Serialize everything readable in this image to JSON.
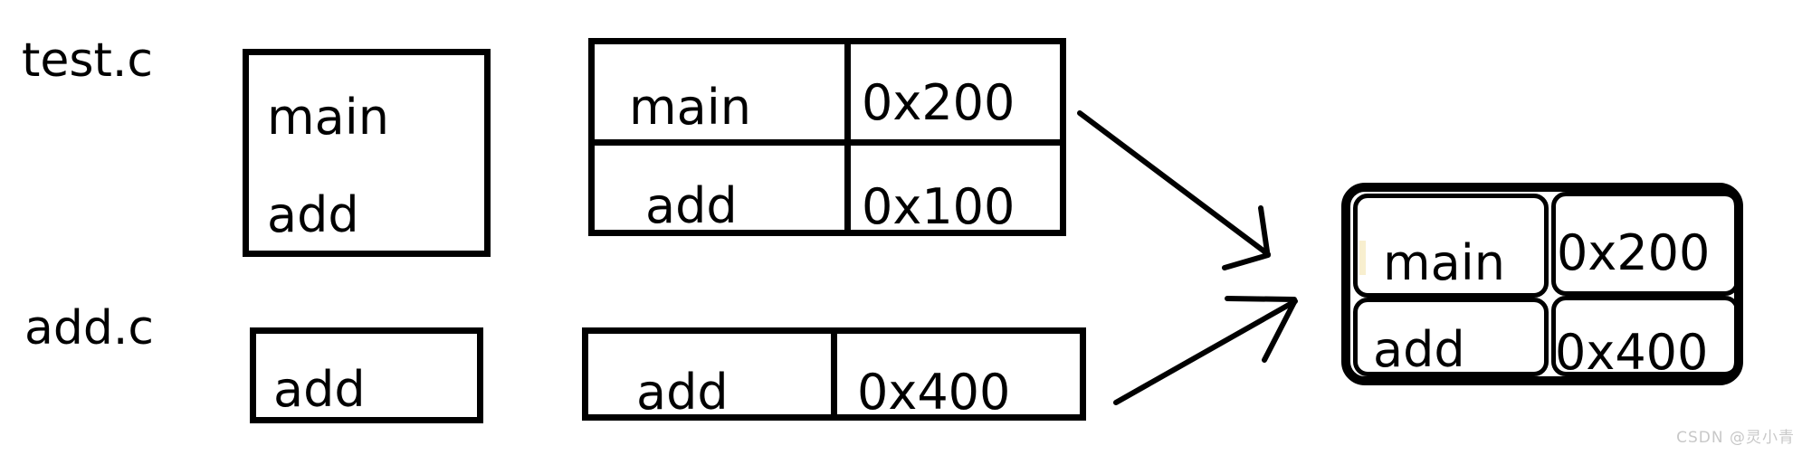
{
  "page": {
    "background": "#ffffff",
    "ink": "#000000",
    "artifact_color": "#f8efcf"
  },
  "source_files": [
    {
      "label": "test.c",
      "symbols": [
        "main",
        "add"
      ]
    },
    {
      "label": "add.c",
      "symbols": [
        "add"
      ]
    }
  ],
  "symbol_tables": [
    {
      "rows": [
        {
          "symbol": "main",
          "address": "0x200"
        },
        {
          "symbol": "add",
          "address": "0x100"
        }
      ]
    },
    {
      "rows": [
        {
          "symbol": "add",
          "address": "0x400"
        }
      ]
    }
  ],
  "merged_table": {
    "rows": [
      {
        "symbol": "main",
        "address": "0x200"
      },
      {
        "symbol": "add",
        "address": "0x400"
      }
    ]
  },
  "watermark": "CSDN @灵小青"
}
